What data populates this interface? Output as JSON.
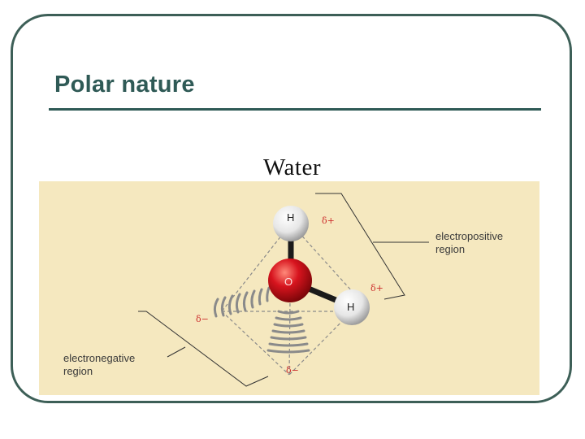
{
  "slide": {
    "title": "Polar nature"
  },
  "figure": {
    "subtitle": "Water",
    "atoms": {
      "hydrogen_top": "H",
      "oxygen": "O",
      "hydrogen_right": "H"
    },
    "charges": {
      "delta_plus_top": "δ+",
      "delta_plus_right": "δ+",
      "delta_minus_left": "δ−",
      "delta_minus_bottom": "δ−"
    },
    "regions": {
      "positive_line1": "electropositive",
      "positive_line2": "region",
      "negative_line1": "electronegative",
      "negative_line2": "region"
    },
    "colors": {
      "frame": "#3d5f57",
      "title": "#2f5a56",
      "figure_background": "#f5e8bf",
      "oxygen": "#d7141e",
      "delta_text": "#cc2b2b"
    }
  }
}
